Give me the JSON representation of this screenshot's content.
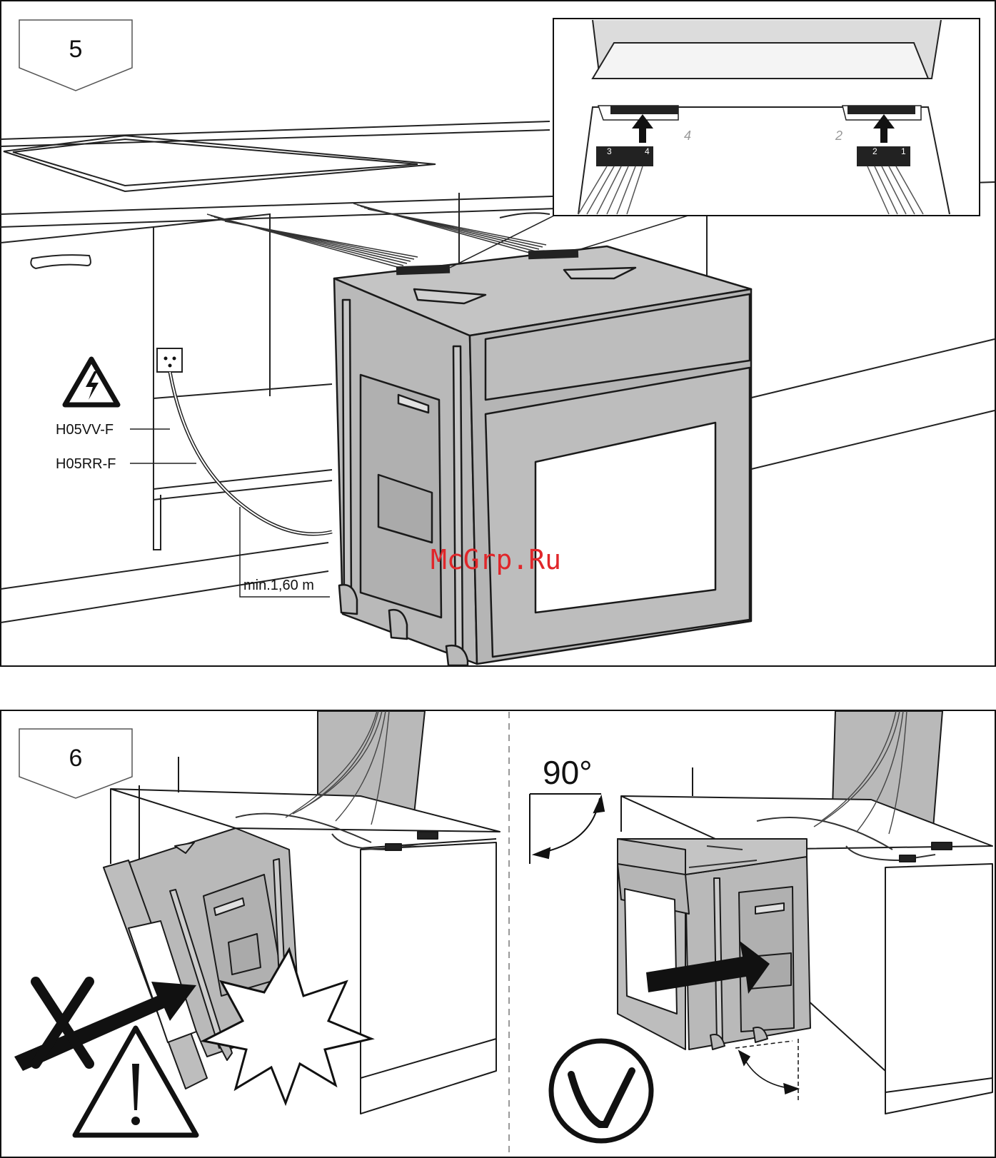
{
  "step5": {
    "number": "5",
    "cable_labels": [
      "H05VV-F",
      "H05RR-F"
    ],
    "min_length": "min.1,60 m",
    "inset_numbers": [
      "3",
      "4",
      "4",
      "2",
      "2",
      "1"
    ],
    "watermark": "McGrp.Ru"
  },
  "step6": {
    "number": "6",
    "angle": "90°"
  },
  "icons": [
    "warning-electric-icon",
    "cross-icon",
    "warning-icon",
    "collision-star-icon",
    "checkmark-icon",
    "arrow-icon"
  ],
  "colors": {
    "appliance": "#b9b9b9",
    "line": "#1a1a1a",
    "watermark": "#e0262a"
  }
}
